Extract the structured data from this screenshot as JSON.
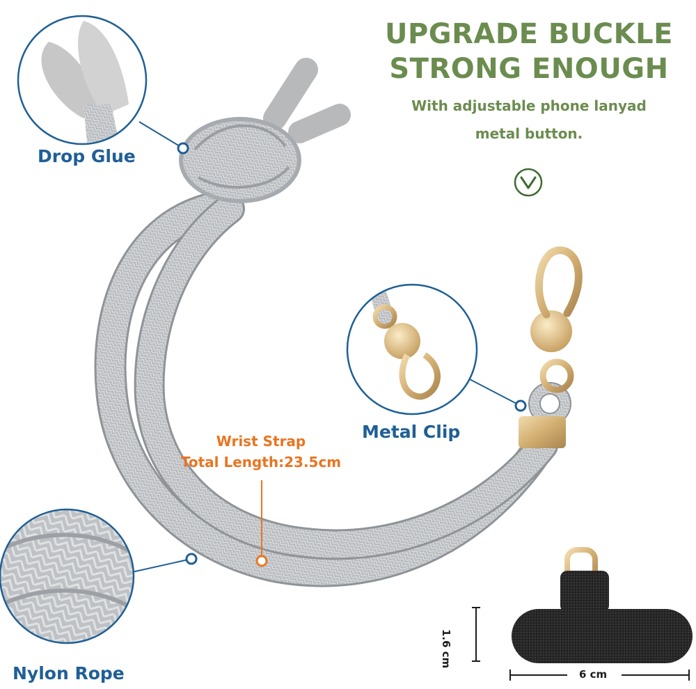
{
  "headline": {
    "line1": "UPGRADE BUCKLE",
    "line2": "STRONG ENOUGH"
  },
  "subheadline": {
    "line1": "With adjustable phone lanyad",
    "line2": "metal button."
  },
  "callouts": {
    "drop_glue": "Drop Glue",
    "metal_clip": "Metal Clip",
    "nylon_rope": "Nylon Rope",
    "wrist_strap_title": "Wrist Strap",
    "total_length": "Total Length:23.5cm"
  },
  "dimensions": {
    "height": "1.6 cm",
    "width": "6 cm"
  },
  "colors": {
    "headline_green": "#6b8c4f",
    "callout_blue": "#1f5f95",
    "accent_orange": "#e97522",
    "rope_grey": "#b9bcbf",
    "metal_gold": "#d4b27a",
    "patch_black": "#222222"
  },
  "icons": {
    "down_chevron": "chevron-down-circle-icon"
  }
}
